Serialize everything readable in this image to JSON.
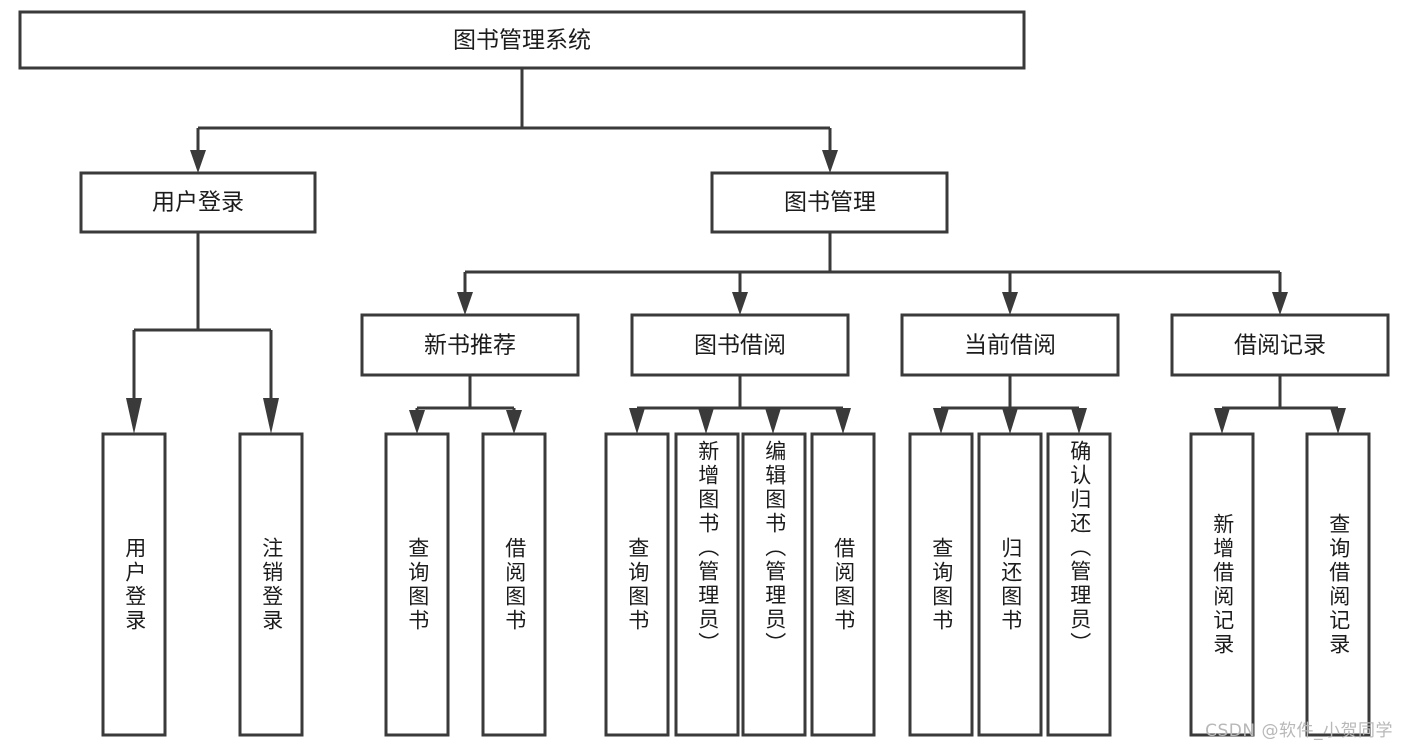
{
  "diagram": {
    "title": "图书管理系统",
    "type": "tree-hierarchy",
    "watermark": "CSDN @软件_小贺同学",
    "colors": {
      "stroke": "#3a3a3a",
      "fill": "#ffffff",
      "text": "#1c1c1c",
      "watermark": "#b8b8b8",
      "background": "#ffffff"
    },
    "root": {
      "label": "图书管理系统"
    },
    "level2": [
      {
        "label": "用户登录"
      },
      {
        "label": "图书管理"
      }
    ],
    "level3": [
      {
        "label": "新书推荐"
      },
      {
        "label": "图书借阅"
      },
      {
        "label": "当前借阅"
      },
      {
        "label": "借阅记录"
      }
    ],
    "leaves": {
      "user_login": [
        {
          "label": "用户登录"
        },
        {
          "label": "注销登录"
        }
      ],
      "new_book_recommend": [
        {
          "label": "查询图书"
        },
        {
          "label": "借阅图书"
        }
      ],
      "book_borrow": [
        {
          "label": "查询图书"
        },
        {
          "label": "新增图书（管理员）"
        },
        {
          "label": "编辑图书（管理员）"
        },
        {
          "label": "借阅图书"
        }
      ],
      "current_borrow": [
        {
          "label": "查询图书"
        },
        {
          "label": "归还图书"
        },
        {
          "label": "确认归还（管理员）"
        }
      ],
      "borrow_record": [
        {
          "label": "新增借阅记录"
        },
        {
          "label": "查询借阅记录"
        }
      ]
    }
  }
}
